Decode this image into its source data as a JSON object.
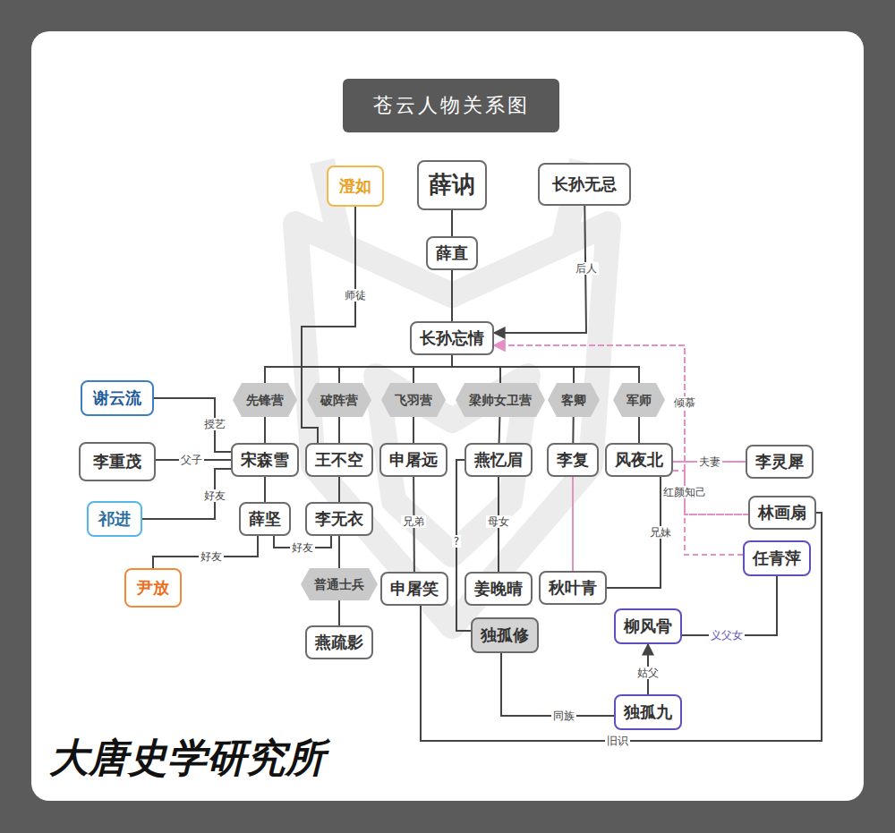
{
  "diagram": {
    "title": "苍云人物关系图",
    "nodes": [
      {
        "text": [
          "澄如"
        ]
      },
      {
        "text": [
          "薛讷"
        ]
      },
      {
        "text": [
          "长孙无忌"
        ]
      },
      {
        "text": [
          "薛直"
        ]
      },
      {
        "text": [
          "长孙忘情"
        ]
      },
      {
        "text": [
          "先锋营"
        ]
      },
      {
        "text": [
          "破阵营"
        ]
      },
      {
        "text": [
          "飞羽营"
        ]
      },
      {
        "text": [
          "梁帅女卫营"
        ]
      },
      {
        "text": [
          "客卿"
        ]
      },
      {
        "text": [
          "军师"
        ]
      },
      {
        "text": [
          "谢云流"
        ]
      },
      {
        "text": [
          "宋森雪"
        ]
      },
      {
        "text": [
          "王不空"
        ]
      },
      {
        "text": [
          "申屠远"
        ]
      },
      {
        "text": [
          "燕忆眉"
        ]
      },
      {
        "text": [
          "李复"
        ]
      },
      {
        "text": [
          "风夜北"
        ]
      },
      {
        "text": [
          "李重茂"
        ]
      },
      {
        "text": [
          "李灵犀"
        ]
      },
      {
        "text": [
          "祁进"
        ]
      },
      {
        "text": [
          "薛坚"
        ]
      },
      {
        "text": [
          "李无衣"
        ]
      },
      {
        "text": [
          "林画扇"
        ]
      },
      {
        "text": [
          "尹放"
        ]
      },
      {
        "text": [
          "普通士兵"
        ]
      },
      {
        "text": [
          "任青萍"
        ]
      },
      {
        "text": [
          "申屠笑"
        ]
      },
      {
        "text": [
          "姜晚晴"
        ]
      },
      {
        "text": [
          "秋叶青"
        ]
      },
      {
        "text": [
          "柳风骨"
        ]
      },
      {
        "text": [
          "燕疏影"
        ]
      },
      {
        "text": [
          "独孤修"
        ]
      },
      {
        "text": [
          "独孤九"
        ]
      }
    ],
    "edges": [
      {
        "from": 1,
        "to": 3,
        "arrow": "none"
      },
      {
        "from": 3,
        "to": 4,
        "arrow": "none"
      },
      {
        "from": 2,
        "to": 4,
        "label": "后人",
        "arrow": "to"
      },
      {
        "from": 0,
        "to": 13,
        "label": "师徒",
        "arrow": "none"
      },
      {
        "from": 4,
        "to": 5,
        "arrow": "none"
      },
      {
        "from": 4,
        "to": 6,
        "arrow": "none"
      },
      {
        "from": 4,
        "to": 7,
        "arrow": "none"
      },
      {
        "from": 4,
        "to": 8,
        "arrow": "none"
      },
      {
        "from": 4,
        "to": 9,
        "arrow": "none"
      },
      {
        "from": 4,
        "to": 10,
        "arrow": "none"
      },
      {
        "from": 5,
        "to": 12,
        "arrow": "none"
      },
      {
        "from": 6,
        "to": 13,
        "arrow": "none"
      },
      {
        "from": 7,
        "to": 14,
        "arrow": "none"
      },
      {
        "from": 8,
        "to": 15,
        "arrow": "none"
      },
      {
        "from": 9,
        "to": 16,
        "arrow": "none"
      },
      {
        "from": 10,
        "to": 17,
        "arrow": "none"
      },
      {
        "from": 11,
        "to": 12,
        "label": "授艺",
        "arrow": "none"
      },
      {
        "from": 18,
        "to": 12,
        "label": "父子",
        "arrow": "none"
      },
      {
        "from": 20,
        "to": 12,
        "label": "好友",
        "arrow": "none"
      },
      {
        "from": 12,
        "to": 21,
        "arrow": "none"
      },
      {
        "from": 13,
        "to": 22,
        "arrow": "none"
      },
      {
        "from": 21,
        "to": 22,
        "label": "好友",
        "arrow": "none"
      },
      {
        "from": 21,
        "to": 24,
        "label": "好友",
        "arrow": "none"
      },
      {
        "from": 22,
        "to": 25,
        "arrow": "none"
      },
      {
        "from": 25,
        "to": 31,
        "arrow": "none"
      },
      {
        "from": 14,
        "to": 27,
        "label": "兄弟",
        "arrow": "none"
      },
      {
        "from": 15,
        "to": 28,
        "label": "母女",
        "arrow": "none"
      },
      {
        "from": 15,
        "to": 32,
        "label": "?",
        "arrow": "none"
      },
      {
        "from": 16,
        "to": 29,
        "arrow": "none"
      },
      {
        "from": 17,
        "to": 29,
        "label": "兄妹",
        "arrow": "none"
      },
      {
        "from": 17,
        "to": 19,
        "label": "夫妻",
        "arrow": "none"
      },
      {
        "from": 17,
        "to": 23,
        "label": "红颜知己",
        "arrow": "none"
      },
      {
        "from": 23,
        "to": 4,
        "label": "倾慕",
        "arrow": "to"
      },
      {
        "from": 26,
        "to": 4,
        "arrow": "to"
      },
      {
        "from": 26,
        "to": 30,
        "label": "义父女",
        "arrow": "none"
      },
      {
        "from": 33,
        "to": 30,
        "label": "姑父",
        "arrow": "to"
      },
      {
        "from": 32,
        "to": 33,
        "label": "同族",
        "arrow": "none"
      },
      {
        "from": 27,
        "to": 23,
        "label": "旧识",
        "arrow": "none"
      }
    ],
    "labels": [
      "大唐史学研究所"
    ]
  }
}
